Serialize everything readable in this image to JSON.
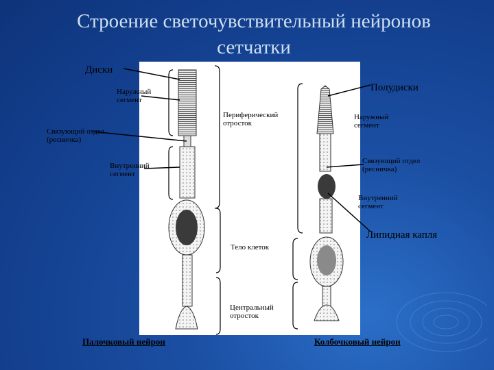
{
  "title": {
    "line1": "Строение светочувствительный нейронов",
    "line2": "сетчатки"
  },
  "labels": {
    "disks": "Диски",
    "outer_segment_left": "Наружный сегмент",
    "connecting_left": "Связующий отдел (ресничка)",
    "inner_segment_left": "Внутренний сегмент",
    "peripheral_process": "Периферический отросток",
    "cell_body": "Тело клеток",
    "central_process": "Центральный отросток",
    "semidisks": "Полудиски",
    "outer_segment_right": "Наружный сегмент",
    "connecting_right": "Связующий отдел (ресничка)",
    "inner_segment_right": "Внутренний сегмент",
    "lipid_drop": "Липидная капля",
    "rod_neuron": "Палочковый нейрон",
    "cone_neuron": "Колбочковый нейрон"
  }
}
